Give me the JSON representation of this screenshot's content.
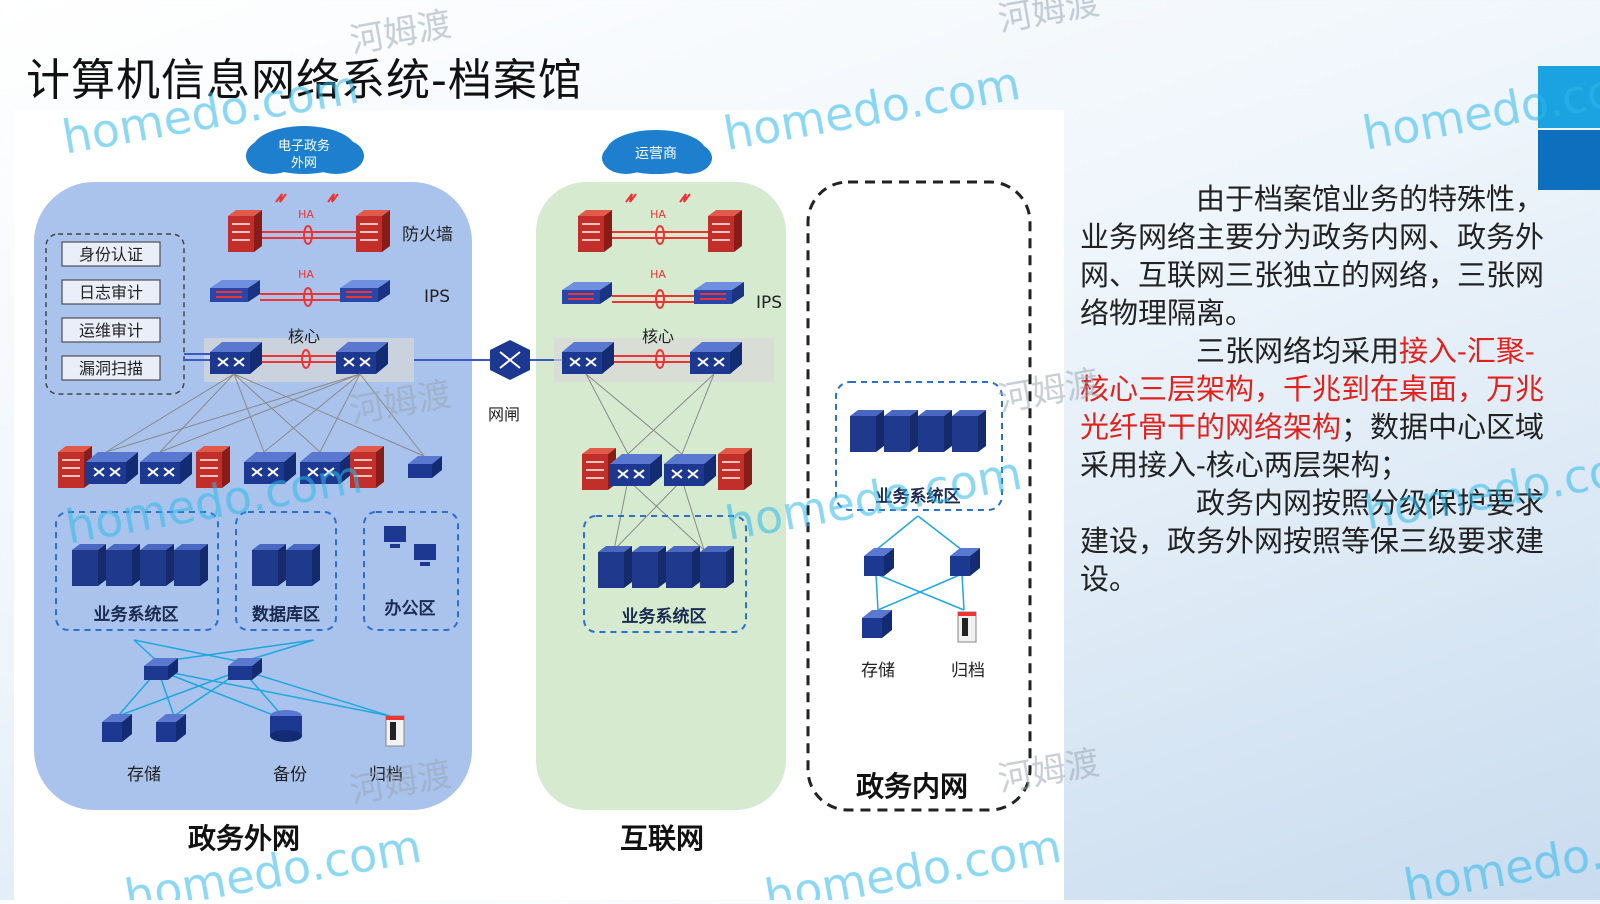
{
  "title": "计算机信息网络系统-档案馆",
  "colors": {
    "accent_light": "#1aa3e0",
    "accent_dark": "#0f6fbf",
    "highlight": "#e3211c",
    "outer_net_bg": "#a9c3ec",
    "internet_bg": "#d6ead0"
  },
  "watermarks": {
    "brand": "homedo.com",
    "cn": "河姆渡"
  },
  "diagram": {
    "outer_net": {
      "cloud": [
        "电子政务",
        "外网"
      ],
      "firewall_label": "防火墙",
      "ha": "HA",
      "ips_label": "IPS",
      "core_label": "核心",
      "security_items": [
        "身份认证",
        "日志审计",
        "运维审计",
        "漏洞扫描"
      ],
      "zones": [
        "业务系统区",
        "数据库区",
        "办公区"
      ],
      "storage_labels": [
        "存储",
        "备份",
        "归档"
      ],
      "caption": "政务外网"
    },
    "gatekeeper_label": "网闸",
    "internet": {
      "cloud": "运营商",
      "ha": "HA",
      "ips_label": "IPS",
      "core_label": "核心",
      "zone": "业务系统区",
      "caption": "互联网"
    },
    "inner_net": {
      "zone": "业务系统区",
      "storage_labels": [
        "存储",
        "归档"
      ],
      "caption": "政务内网"
    }
  },
  "description": {
    "p1_first": "由于档案馆业务的特殊性，",
    "p1_rest": "业务网络主要分为政务内网、政务外网、互联网三张独立的网络，三张网络物理隔离。",
    "p2_prefix": "三张网络均采用",
    "p2_red": "接入-汇聚-核心三层架构，千兆到在桌面，万兆光纤骨干的网络架构",
    "p2_suffix": "；数据中心区域采用接入-核心两层架构；",
    "p3": "政务内网按照分级保护要求建设，政务外网按照等保三级要求建设。"
  }
}
